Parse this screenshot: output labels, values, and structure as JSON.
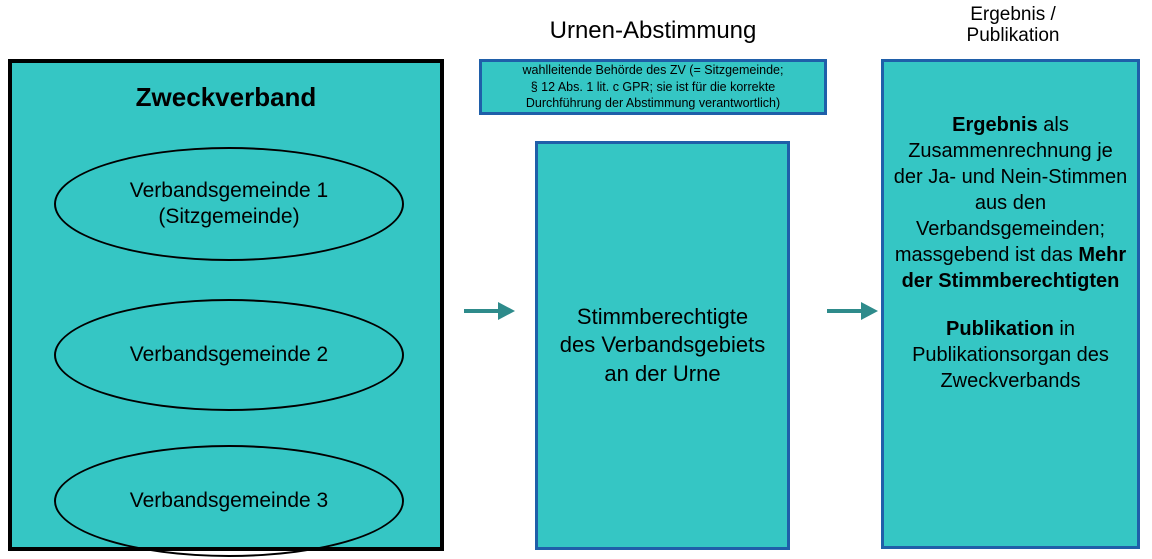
{
  "headings": {
    "middle": "Urnen-Abstimmung",
    "right": "Ergebnis /\nPublikation"
  },
  "left_panel": {
    "title": "Zweckverband",
    "members": [
      {
        "label": "Verbandsgemeinde 1\n(Sitzgemeinde)"
      },
      {
        "label": "Verbandsgemeinde 2"
      },
      {
        "label": "Verbandsgemeinde 3"
      }
    ]
  },
  "middle_panel": {
    "caption": "wahlleitende Behörde des ZV (= Sitzgemeinde;\n§ 12 Abs. 1 lit. c GPR; sie ist für die korrekte\nDurchführung der Abstimmung verantwortlich)",
    "body": "Stimmberechtigte\ndes Verbandsgebiets\nan der Urne"
  },
  "right_panel": {
    "paragraph_1_bold": "Ergebnis",
    "paragraph_1_rest": " als Zusammenrechnung je der Ja- und Nein-Stimmen aus den Verbandsgemeinden; massgebend ist das ",
    "paragraph_1_bold_2": "Mehr der Stimmberechtigten",
    "paragraph_2_bold": "Publikation",
    "paragraph_2_rest": " in Publikationsorgan des Zweckverbands"
  },
  "arrows": [
    {
      "name": "arrow-verband-to-urne"
    },
    {
      "name": "arrow-urne-to-ergebnis"
    }
  ],
  "colors": {
    "panel_fill": "#35C6C4",
    "blue_border": "#1F5FA9",
    "black_border": "#000000",
    "arrow": "#2E8B8B",
    "text": "#000000",
    "background": "#FFFFFF"
  }
}
